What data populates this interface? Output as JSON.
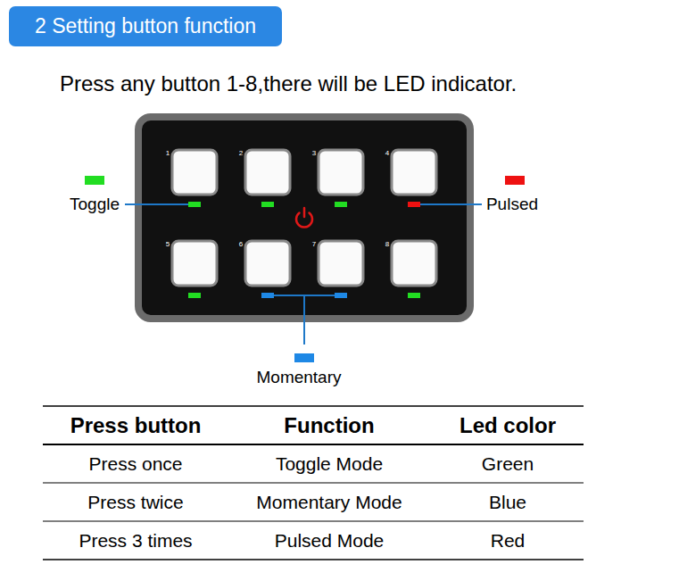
{
  "diagram": {
    "title": "2 Setting button function",
    "labels": [
      "Press any button 1-8,there will be LED indicator.",
      "1",
      "2",
      "3",
      "4",
      "5",
      "6",
      "7",
      "8",
      "Toggle",
      "Pulsed",
      "Momentary",
      "Press button",
      "Function",
      "Led color",
      "Press once",
      "Toggle Mode",
      "Green",
      "Press twice",
      "Momentary Mode",
      "Blue",
      "Press 3 times",
      "Pulsed Mode",
      "Red"
    ]
  }
}
